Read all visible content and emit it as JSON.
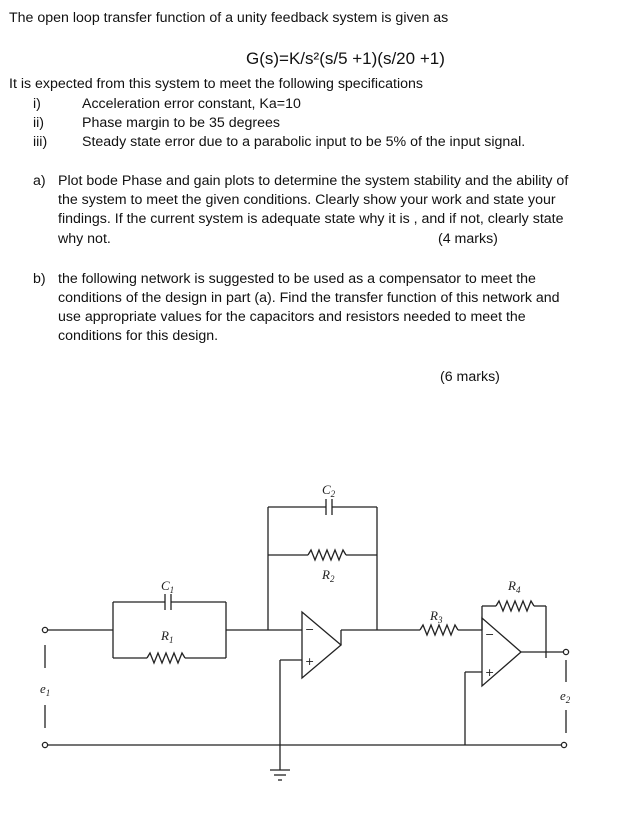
{
  "intro": "The open loop transfer function of a unity feedback system is given as",
  "equation": "G(s)=K/s²(s/5 +1)(s/20 +1)",
  "spec_intro": "It is expected from this system to meet the following specifications",
  "specs": [
    {
      "num": "i)",
      "text": "Acceleration error constant, Ka=10"
    },
    {
      "num": "ii)",
      "text": "Phase margin to be 35 degrees"
    },
    {
      "num": "iii)",
      "text": "Steady state error due to a parabolic input to be 5% of the input signal."
    }
  ],
  "part_a": {
    "label": "a)",
    "lines": [
      "Plot bode Phase and gain plots to determine the system stability and the ability of",
      "the system to meet the given conditions. Clearly show your work and state your",
      "findings. If the current system is adequate state why it is , and if not, clearly state",
      "why not."
    ],
    "marks": "(4 marks)"
  },
  "part_b": {
    "label": "b)",
    "lines": [
      "the following network is suggested to be used as a compensator to meet the",
      "conditions of the design in part (a). Find the transfer function of this network and",
      "use appropriate values for the capacitors and resistors needed to meet the",
      "conditions for this design."
    ],
    "marks": "(6 marks)"
  },
  "circuit": {
    "c1": "C",
    "c1_sub": "1",
    "r1": "R",
    "r1_sub": "1",
    "c2": "C",
    "c2_sub": "2",
    "r2": "R",
    "r2_sub": "2",
    "r3": "R",
    "r3_sub": "3",
    "r4": "R",
    "r4_sub": "4",
    "e1": "e",
    "e1_sub": "1",
    "e2": "e",
    "e2_sub": "2",
    "minus": "−",
    "plus": "+"
  }
}
